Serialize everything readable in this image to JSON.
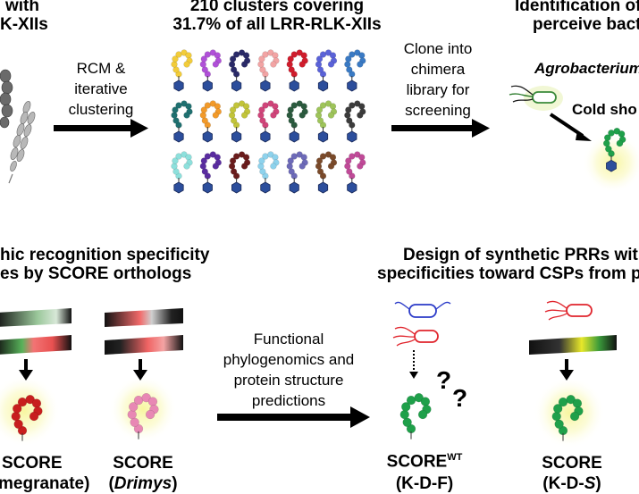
{
  "top": {
    "left_heading": [
      "with",
      "K-XIIs"
    ],
    "center_heading": [
      "210 clusters covering",
      "31.7% of all LRR-RLK-XIIs"
    ],
    "right_heading": [
      "Identification of",
      "perceive bact"
    ],
    "arrow1_label": [
      "RCM &",
      "iterative",
      "clustering"
    ],
    "arrow2_label": [
      "Clone into",
      "chimera",
      "library for",
      "screening"
    ],
    "agrobacterium_label": "Agrobacterium",
    "cold_shock_label": "Cold sho"
  },
  "bottom": {
    "left_heading": [
      "hic recognition specificity",
      "es by SCORE orthologs"
    ],
    "right_heading": [
      "Design of synthetic PRRs with",
      "specificities toward CSPs from pa"
    ],
    "arrow_label": [
      "Functional",
      "phylogenomics and",
      "protein structure",
      "predictions"
    ],
    "question_mark": "?",
    "score_labels": [
      {
        "line1": "SCORE",
        "line2": "megranate)"
      },
      {
        "line1": "SCORE",
        "line2_pre": "(",
        "line2_em": "Drimys",
        "line2_post": ")"
      },
      {
        "line1": "SCORE",
        "sup": "WT",
        "line2": "(K-D-F)"
      },
      {
        "line1": "SCORE",
        "line2_pre": "(K-D-",
        "line2_em": "S",
        "line2_post": ")"
      }
    ]
  },
  "colors": {
    "receptor_grid": [
      [
        "#f2cc3a",
        "#b050d8",
        "#2a2a68",
        "#f2a4a4",
        "#d01c2c",
        "#5a62d8",
        "#3a7ac4"
      ],
      [
        "#1f7070",
        "#f29a2a",
        "#c2c43a",
        "#d0457a",
        "#2b5a3e",
        "#9ec45a",
        "#3c3c3c"
      ],
      [
        "#8de0dc",
        "#5a2ca0",
        "#6a1c1c",
        "#8ed2ec",
        "#6d6ab8",
        "#7a4a2a",
        "#c04a98"
      ]
    ],
    "kinase_domain": "#2c4e9c",
    "score_green": "#1fa04a",
    "score_red": "#c81e1e",
    "score_pink": "#e888b4",
    "bacterium_green": "#3a8a3a",
    "bacterium_red": "#e0242c",
    "bacterium_blue": "#2a3ac8",
    "glow": "#f6f4a0"
  }
}
